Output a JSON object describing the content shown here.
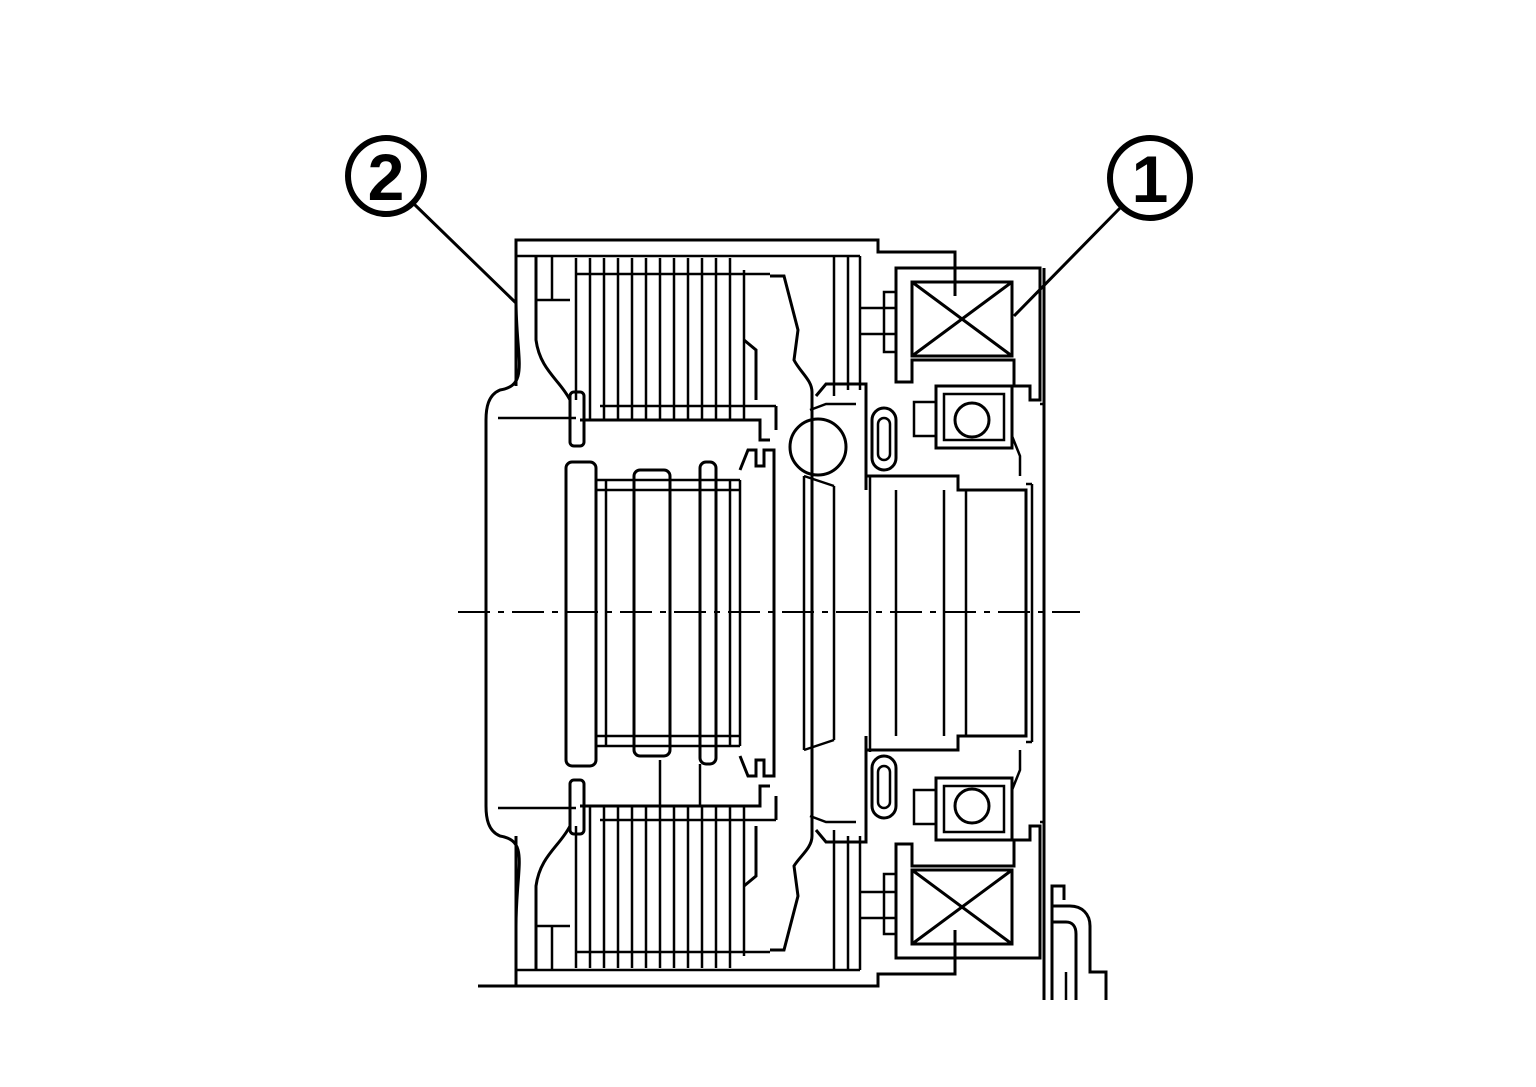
{
  "diagram": {
    "callouts": [
      {
        "id": "callout-1",
        "number": "1"
      },
      {
        "id": "callout-2",
        "number": "2"
      }
    ]
  },
  "colors": {
    "line": "#000000",
    "background": "#ffffff"
  }
}
